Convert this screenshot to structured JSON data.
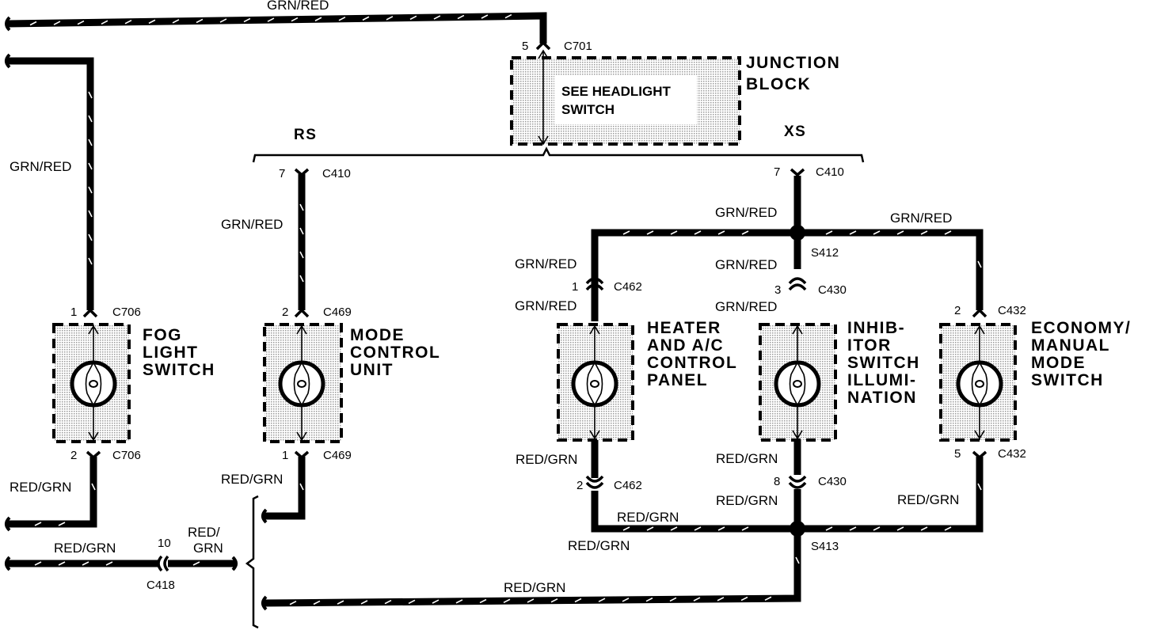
{
  "wires": {
    "top_feed": "GRN/RED",
    "fog_feed": "GRN/RED",
    "mode_feed": "GRN/RED",
    "xs_riser": "GRN/RED",
    "right_branch_top": "GRN/RED",
    "heater_branch": "GRN/RED",
    "heater_below_c462": "GRN/RED",
    "inhibitor_branch": "GRN/RED",
    "inhibitor_below_c430": "GRN/RED",
    "fog_ground": "RED/GRN",
    "mode_ground": "RED/GRN",
    "left_bottom": "RED/GRN",
    "c418_right_line1": "RED/",
    "c418_right_line2": "GRN",
    "heater_ground": "RED/GRN",
    "heater_bottom": "RED/GRN",
    "bus_upper": "RED/GRN",
    "inhibitor_ground": "RED/GRN",
    "inhibitor_below_c430b": "RED/GRN",
    "economy_ground": "RED/GRN",
    "bottom_return": "RED/GRN"
  },
  "connectors": {
    "c701": {
      "pin": "5",
      "name": "C701"
    },
    "c706_top": {
      "pin": "1",
      "name": "C706"
    },
    "c706_bottom": {
      "pin": "2",
      "name": "C706"
    },
    "c410_rs": {
      "pin": "7",
      "name": "C410"
    },
    "c410_xs": {
      "pin": "7",
      "name": "C410"
    },
    "c469_top": {
      "pin": "2",
      "name": "C469"
    },
    "c469_bottom": {
      "pin": "1",
      "name": "C469"
    },
    "c462_top": {
      "pin": "1",
      "name": "C462"
    },
    "c462_bottom": {
      "pin": "2",
      "name": "C462"
    },
    "c430_top": {
      "pin": "3",
      "name": "C430"
    },
    "c430_bottom": {
      "pin": "8",
      "name": "C430"
    },
    "c432_top": {
      "pin": "2",
      "name": "C432"
    },
    "c432_bottom": {
      "pin": "5",
      "name": "C432"
    },
    "c418": {
      "pin": "10",
      "name": "C418"
    }
  },
  "splices": {
    "s412": "S412",
    "s413": "S413"
  },
  "variants": {
    "rs": "RS",
    "xs": "XS"
  },
  "components": {
    "junction_block": {
      "lines": [
        "JUNCTION",
        "BLOCK"
      ],
      "inner": [
        "SEE HEADLIGHT",
        "SWITCH"
      ]
    },
    "fog_light_switch": {
      "lines": [
        "FOG",
        "LIGHT",
        "SWITCH"
      ]
    },
    "mode_control_unit": {
      "lines": [
        "MODE",
        "CONTROL",
        "UNIT"
      ]
    },
    "heater_ac_panel": {
      "lines": [
        "HEATER",
        "AND A/C",
        "CONTROL",
        "PANEL"
      ]
    },
    "inhibitor_switch": {
      "lines": [
        "INHIB-",
        "ITOR",
        "SWITCH",
        "ILLUMI-",
        "NATION"
      ]
    },
    "economy_switch": {
      "lines": [
        "ECONOMY/",
        "MANUAL",
        "MODE",
        "SWITCH"
      ]
    }
  }
}
